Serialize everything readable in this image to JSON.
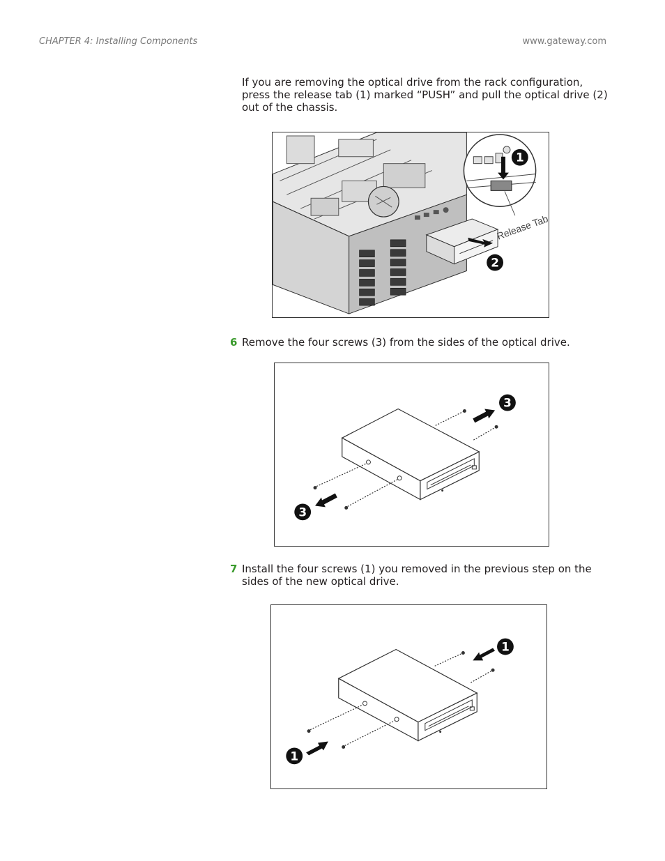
{
  "header": {
    "chapter": "CHAPTER 4: Installing Components",
    "site": "www.gateway.com"
  },
  "intro_paragraph": "If you are removing the optical drive from the rack configuration, press the release tab (1) marked “PUSH” and pull the optical drive (2) out of the chassis.",
  "figure1": {
    "callout_1": "1",
    "callout_2": "2",
    "release_tab_label": "Release Tab"
  },
  "step6": {
    "number": "6",
    "text": "Remove the four screws (3) from the sides of the optical drive."
  },
  "figure2": {
    "callout_top": "3",
    "callout_bottom": "3"
  },
  "step7": {
    "number": "7",
    "text": "Install the four screws (1) you removed in the previous step on the sides of the new optical drive."
  },
  "figure3": {
    "callout_top": "1",
    "callout_bottom": "1"
  }
}
